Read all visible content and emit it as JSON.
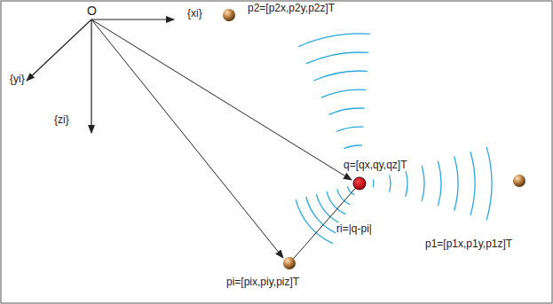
{
  "diagram": {
    "labels": [
      "O",
      "{xi}",
      "{yi}",
      "{zi}",
      "p2=[p2x,p2y,p2z]T",
      "q=[qx,qy,qz]T",
      "p1=[p1x,p1y,p1z]T",
      "ri=|q-pi|",
      "pi=[pix,piy,piz]T"
    ]
  }
}
